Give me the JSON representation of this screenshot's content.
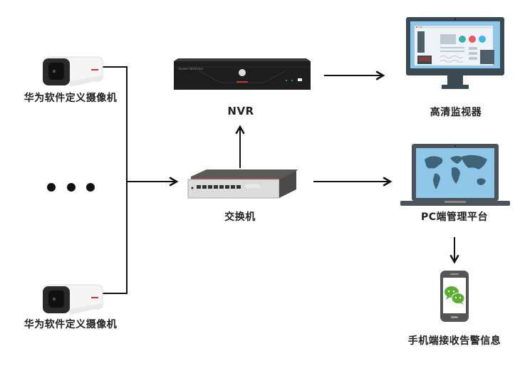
{
  "diagram": {
    "nodes": {
      "camera_top": {
        "label": "华为软件定义摄像机",
        "icon": "camera-icon"
      },
      "camera_bottom": {
        "label": "华为软件定义摄像机",
        "icon": "camera-icon"
      },
      "ellipsis": {
        "icon": "ellipsis-icon"
      },
      "nvr": {
        "label": "NVR",
        "icon": "nvr-icon",
        "brand_text": "Huawei NetVision"
      },
      "switch": {
        "label": "交换机",
        "icon": "switch-icon"
      },
      "monitor": {
        "label": "高清监视器",
        "icon": "monitor-icon"
      },
      "pc_platform": {
        "label": "PC端管理平台",
        "icon": "laptop-icon"
      },
      "mobile": {
        "label": "手机端接收告警信息",
        "icon": "phone-wechat-icon"
      }
    },
    "edges": [
      {
        "from": "camera_top",
        "to": "switch"
      },
      {
        "from": "camera_bottom",
        "to": "switch"
      },
      {
        "from": "switch",
        "to": "nvr"
      },
      {
        "from": "nvr",
        "to": "monitor"
      },
      {
        "from": "switch",
        "to": "pc_platform"
      },
      {
        "from": "pc_platform",
        "to": "mobile"
      }
    ],
    "colors": {
      "line": "#111111",
      "camera_accent": "#d0342c",
      "monitor_bezel": "#3b4a52",
      "screen_blue": "#8ec7e8",
      "map_land": "#3f6478",
      "wechat_green": "#5aae2e"
    }
  }
}
